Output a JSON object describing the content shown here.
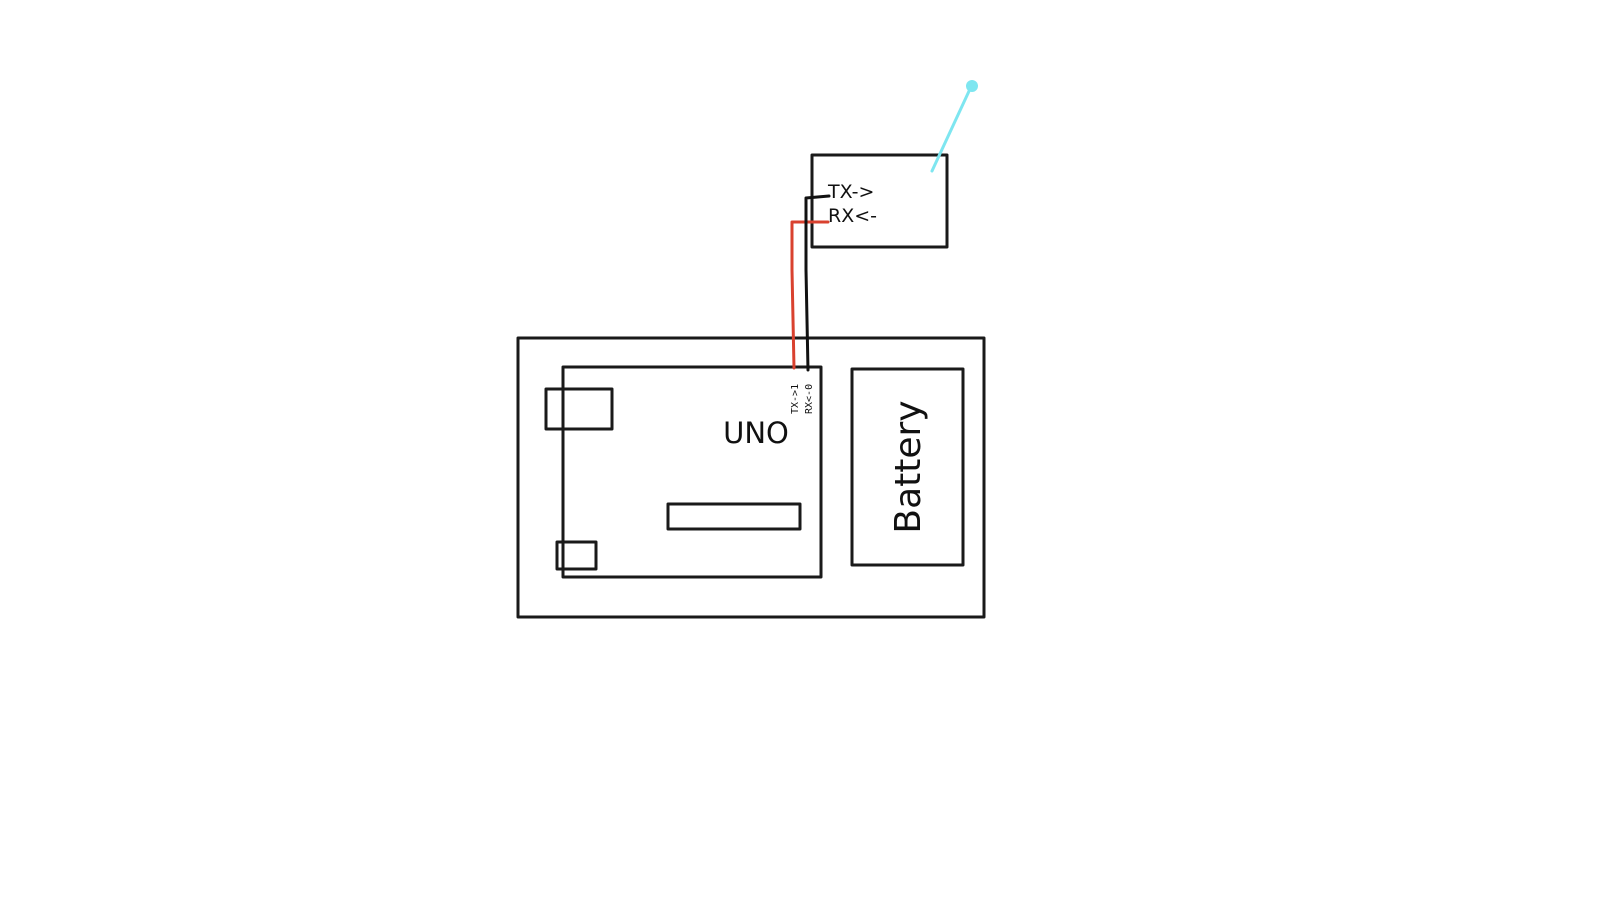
{
  "module": {
    "tx_label": "TX->",
    "rx_label": "RX<-"
  },
  "board": {
    "name": "UNO",
    "tx_pin_label": "TX->1",
    "rx_pin_label": "RX<-0"
  },
  "battery": {
    "label": "Battery"
  },
  "colors": {
    "outline": "#1a1a1a",
    "rx_wire": "#d9412f",
    "tx_wire": "#111111",
    "antenna": "#7ee6f0"
  }
}
